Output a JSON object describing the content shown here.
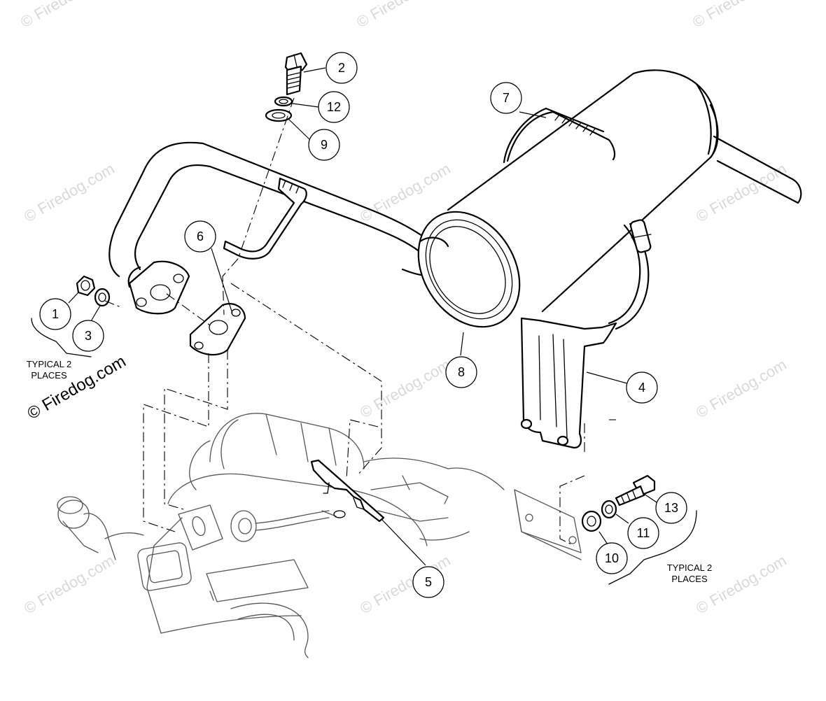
{
  "watermark": {
    "text": "© Firedog.com",
    "text_short": "© Firedo"
  },
  "callouts": [
    {
      "id": "1",
      "label": "1"
    },
    {
      "id": "2",
      "label": "2"
    },
    {
      "id": "3",
      "label": "3"
    },
    {
      "id": "4",
      "label": "4"
    },
    {
      "id": "5",
      "label": "5"
    },
    {
      "id": "6",
      "label": "6"
    },
    {
      "id": "7",
      "label": "7"
    },
    {
      "id": "8",
      "label": "8"
    },
    {
      "id": "9",
      "label": "9"
    },
    {
      "id": "10",
      "label": "10"
    },
    {
      "id": "11",
      "label": "11"
    },
    {
      "id": "12",
      "label": "12"
    },
    {
      "id": "13",
      "label": "13"
    }
  ],
  "notes": {
    "left": {
      "line1": "TYPICAL 2",
      "line2": "PLACES"
    },
    "right": {
      "line1": "TYPICAL 2",
      "line2": "PLACES"
    }
  },
  "colors": {
    "line": "#000000",
    "watermark": "#d9d9d9",
    "background": "#ffffff"
  }
}
